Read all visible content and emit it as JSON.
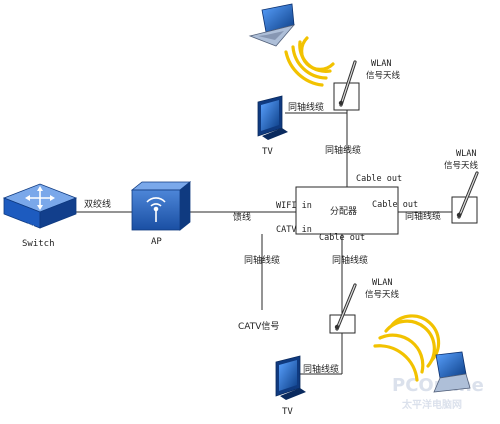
{
  "labels": {
    "switch_text": "SWITCH",
    "switch_label": "Switch",
    "ap_label": "AP",
    "twisted_pair": "双绞线",
    "feeder": "馈线",
    "wifi_in": "WIFI in",
    "catv_in": "CATV in",
    "splitter": "分配器",
    "cable_out_top": "Cable out",
    "cable_out_right": "Cable out",
    "cable_out_bottom": "Cable out",
    "coax_top_tv": "同轴线缆",
    "coax_top": "同轴线缆",
    "coax_right": "同轴线缆",
    "coax_bottom_left": "同轴线缆",
    "coax_bottom": "同轴线缆",
    "coax_bottom_tv": "同轴线缆",
    "catv_signal": "CATV信号",
    "tv_top": "TV",
    "tv_bottom": "TV",
    "wlan_top_1": "WLAN",
    "wlan_top_2": "信号天线",
    "wlan_right_1": "WLAN",
    "wlan_right_2": "信号天线",
    "wlan_bottom_1": "WLAN",
    "wlan_bottom_2": "信号天线",
    "watermark": "PCOnline",
    "watermark_cn": "太平洋电脑网"
  },
  "colors": {
    "line": "#2a2a2a",
    "device_blue": "#1a4fa3",
    "device_blue_light": "#4d86d8",
    "tv_blue": "#1e63b8",
    "laptop_blue": "#1f4da8",
    "wave_yellow": "#f2c200",
    "watermark": "#cfd7e6"
  },
  "icons": {
    "switch": "network-switch-icon",
    "ap": "wireless-ap-icon",
    "tv": "tv-icon",
    "laptop": "laptop-icon",
    "antenna": "wlan-antenna-icon",
    "waves": "wireless-signal-icon"
  }
}
